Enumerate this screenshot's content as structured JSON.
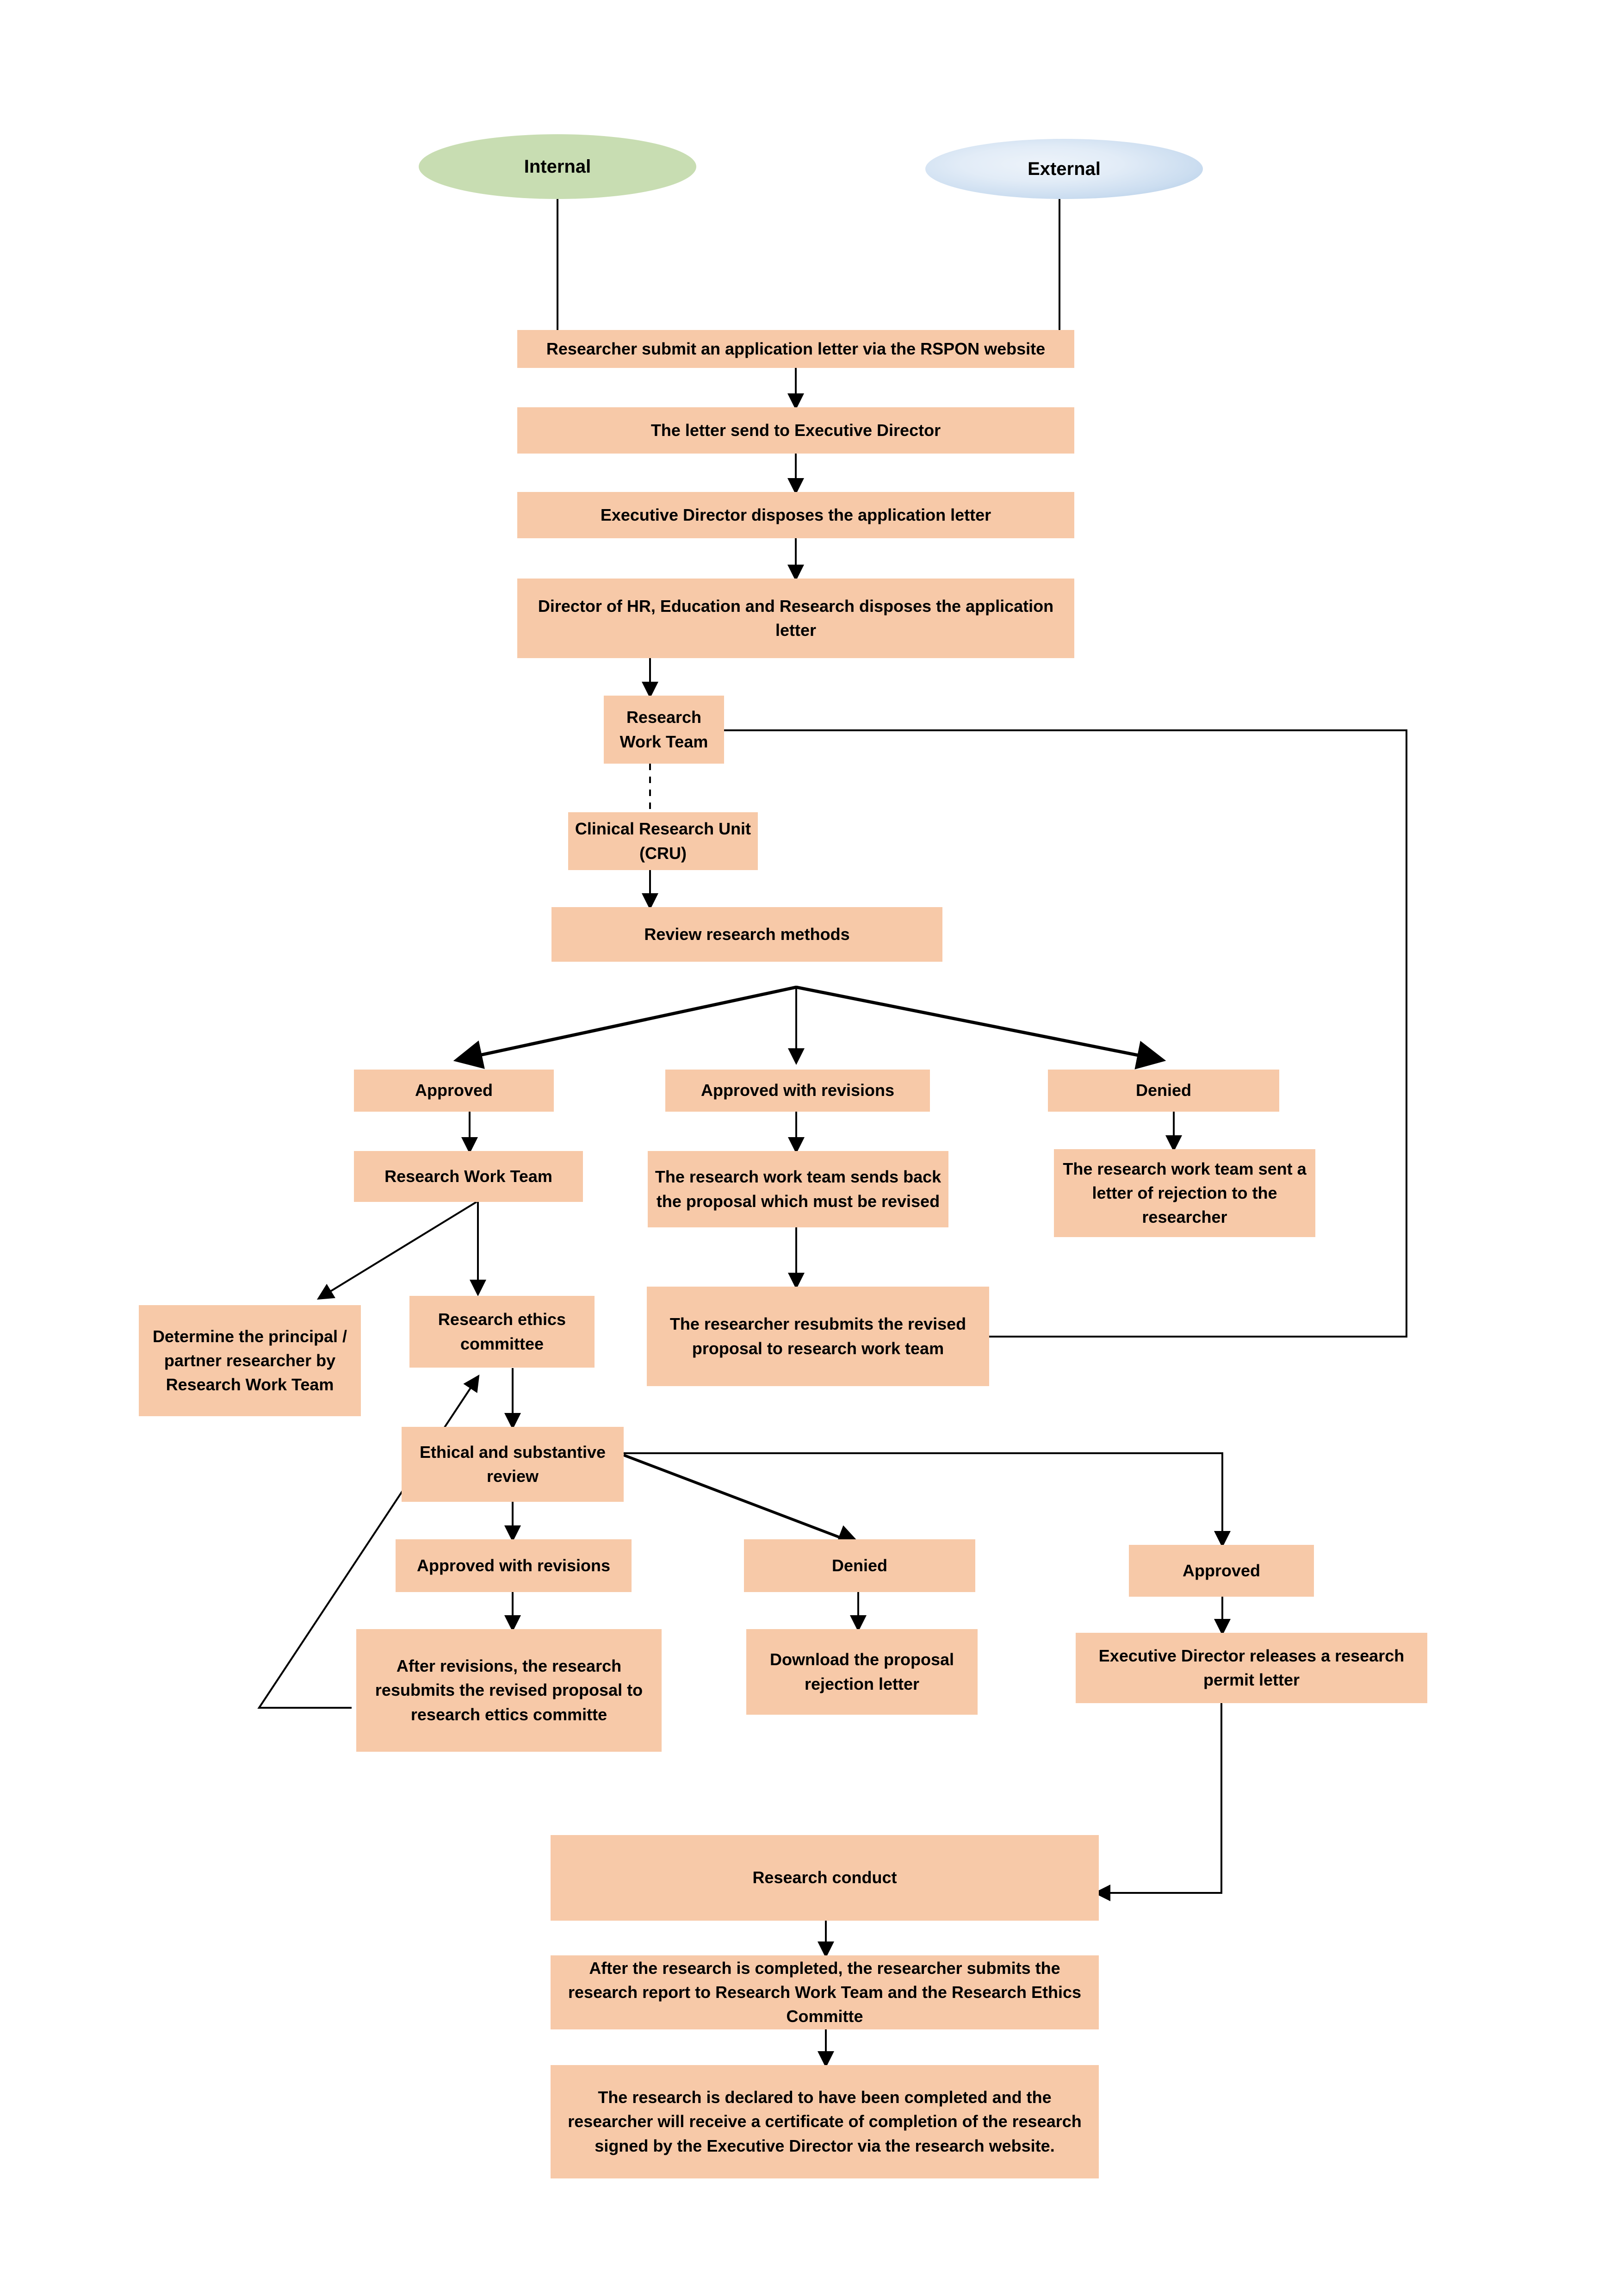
{
  "diagram": {
    "title": "Research permit application and ethics review flowchart",
    "colors": {
      "box_fill": "#F7C9A8",
      "internal_ellipse_fill": "#C8DDB2",
      "external_ellipse_fill": "#CBDDF0",
      "line": "#000000",
      "text": "#000000",
      "background": "#FFFFFF"
    },
    "nodes": {
      "internal": "Internal",
      "external": "External",
      "submit_letter": "Researcher submit an application letter via the RSPON website",
      "letter_to_exec": "The letter send to Executive Director",
      "exec_disposes": "Executive Director disposes the application letter",
      "hr_director_disposes": "Director of HR, Education and Research disposes the application letter",
      "research_work_team_1": "Research Work Team",
      "clinical_research_unit": "Clinical Research Unit (CRU)",
      "review_research_methods": "Review research methods",
      "approved_1": "Approved",
      "approved_with_revisions_1": "Approved with revisions",
      "denied_1": "Denied",
      "research_work_team_2": "Research Work Team",
      "team_sends_back": "The research work team sends back the proposal which must be revised",
      "team_sent_rejection": "The research work team sent a letter of rejection to the researcher",
      "determine_principal": "Determine the principal / partner researcher by Research Work Team",
      "research_ethics_committee": "Research ethics committee",
      "researcher_resubmits_rwt": "The researcher resubmits the revised proposal to research work team",
      "ethical_substantive_review": "Ethical and substantive review",
      "approved_with_revisions_2": "Approved with revisions",
      "denied_2": "Denied",
      "approved_2": "Approved",
      "after_revisions_resubmit": "After revisions, the research resubmits the revised proposal to research ettics committe",
      "download_rejection": "Download the proposal rejection letter",
      "exec_releases_permit": "Executive Director releases a research permit letter",
      "research_conduct": "Research conduct",
      "submit_report": "After the research is completed, the researcher submits the research report to Research Work Team and the Research Ethics Committe",
      "research_declared_completed": "The research is declared to have been completed and the researcher will receive a certificate of completion of the research signed by the Executive Director via the research website."
    }
  }
}
